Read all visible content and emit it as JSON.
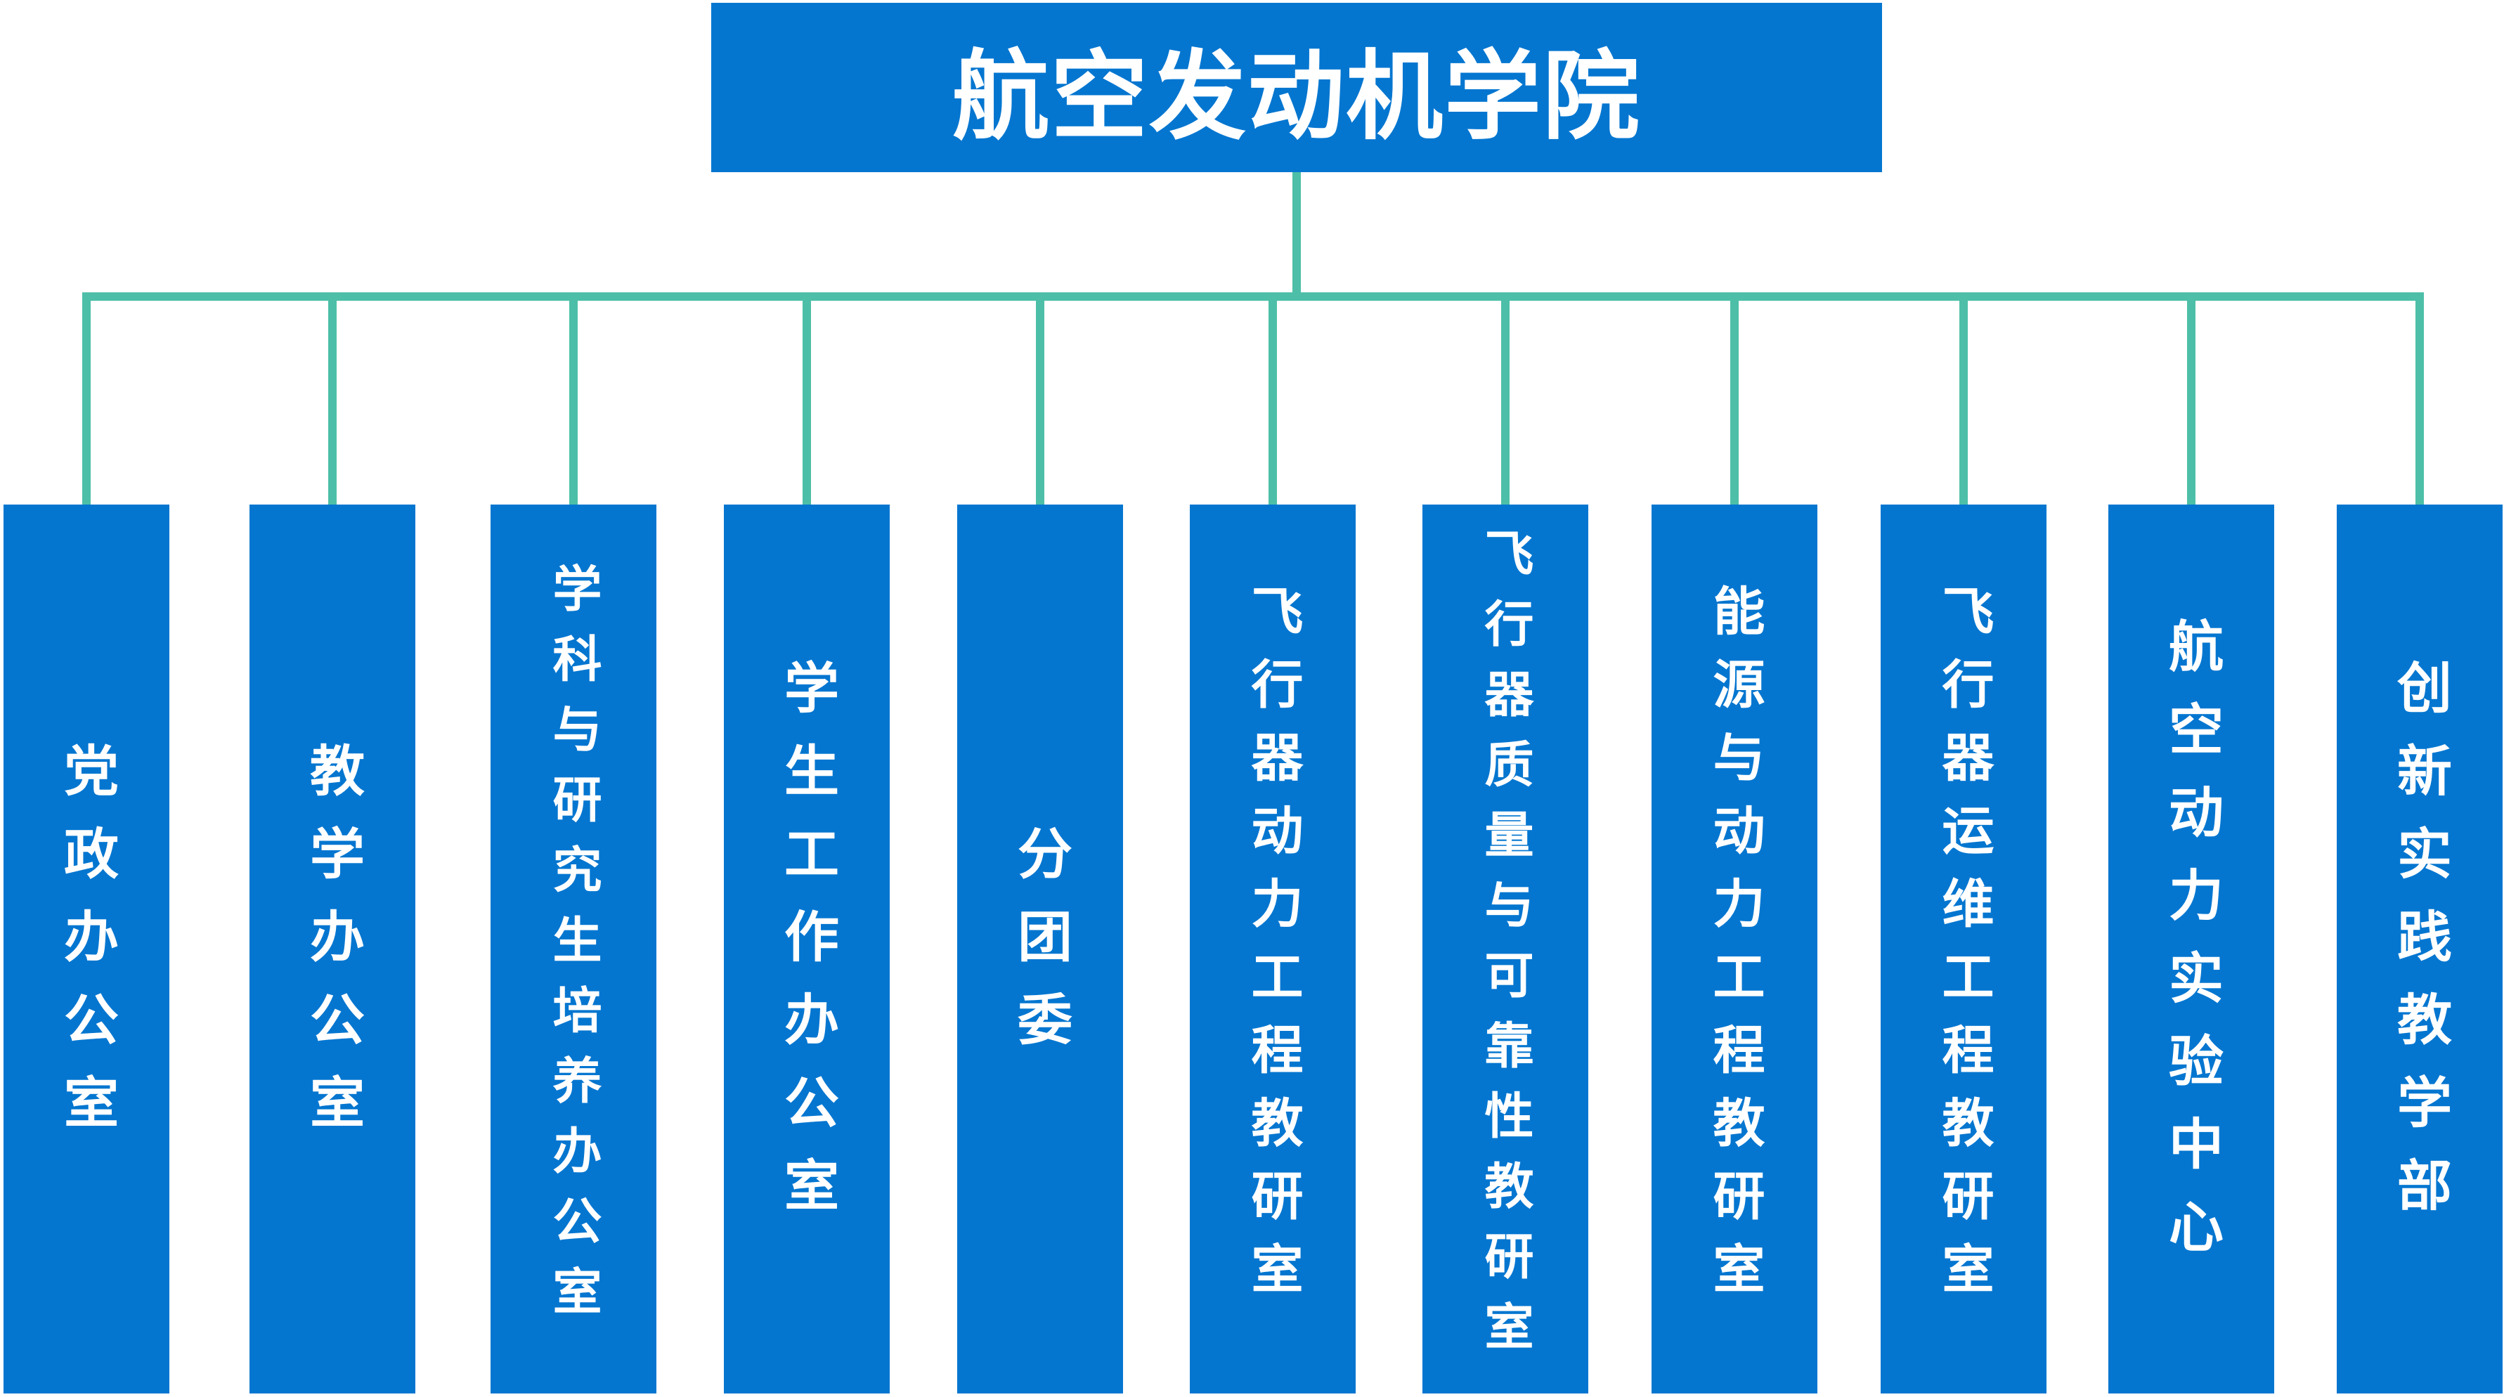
{
  "root": {
    "label": "航空发动机学院"
  },
  "units": [
    {
      "label": "党政办公室"
    },
    {
      "label": "教学办公室"
    },
    {
      "label": "学科与研究生培养办公室"
    },
    {
      "label": "学生工作办公室"
    },
    {
      "label": "分团委"
    },
    {
      "label": "飞行器动力工程教研室"
    },
    {
      "label": "飞行器质量与可靠性教研室"
    },
    {
      "label": "能源与动力工程教研室"
    },
    {
      "label": "飞行器运维工程教研室"
    },
    {
      "label": "航空动力实验中心"
    },
    {
      "label": "创新实践教学部"
    }
  ],
  "colors": {
    "box": "#0476d0",
    "connector": "#4dbfa8",
    "text": "#ffffff"
  }
}
